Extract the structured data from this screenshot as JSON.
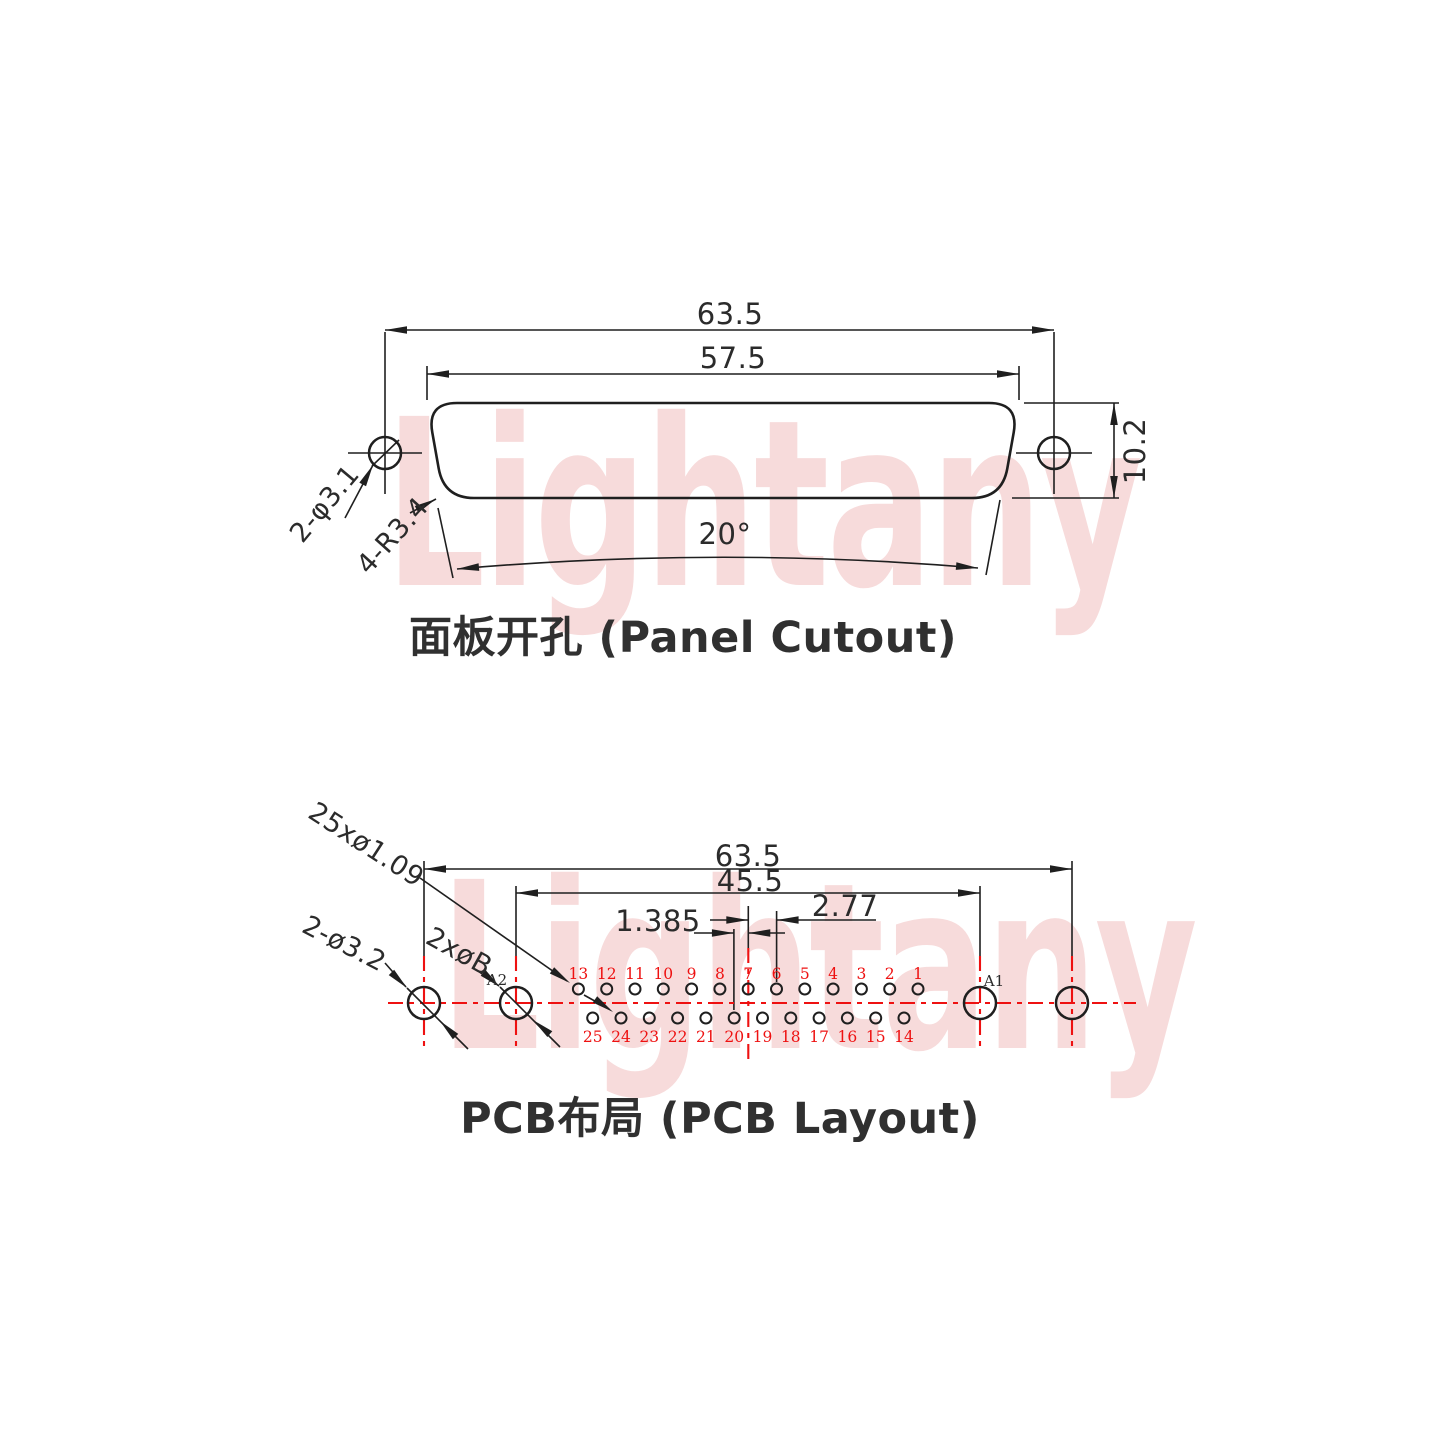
{
  "watermark": {
    "text": "Lightany",
    "color": "#f7dbdb"
  },
  "colors": {
    "line": "#1f1f1f",
    "red": "#ee1111",
    "text": "#2b2b2b"
  },
  "panel": {
    "title": "面板开孔 (Panel Cutout)",
    "dims": {
      "outer_width": "63.5",
      "slot_width": "57.5",
      "slot_height": "10.2",
      "side_angle": "20°"
    },
    "labels": {
      "mount_holes": "2-φ3.1",
      "corner_radius": "4-R3.4"
    }
  },
  "pcb": {
    "title": "PCB布局 (PCB Layout)",
    "dims": {
      "outer_width": "63.5",
      "inner_width": "45.5",
      "pin_pitch": "2.77",
      "row_offset": "1.385"
    },
    "labels": {
      "pin_holes": "25xø1.09",
      "mount_holes": "2-ø3.2",
      "bushing_holes": "2xøB",
      "a1": "A1",
      "a2": "A2"
    },
    "pins": {
      "top": [
        "13",
        "12",
        "11",
        "10",
        "9",
        "8",
        "7",
        "6",
        "5",
        "4",
        "3",
        "2",
        "1"
      ],
      "bottom": [
        "25",
        "24",
        "23",
        "22",
        "21",
        "20",
        "19",
        "18",
        "17",
        "16",
        "15",
        "14"
      ]
    }
  }
}
